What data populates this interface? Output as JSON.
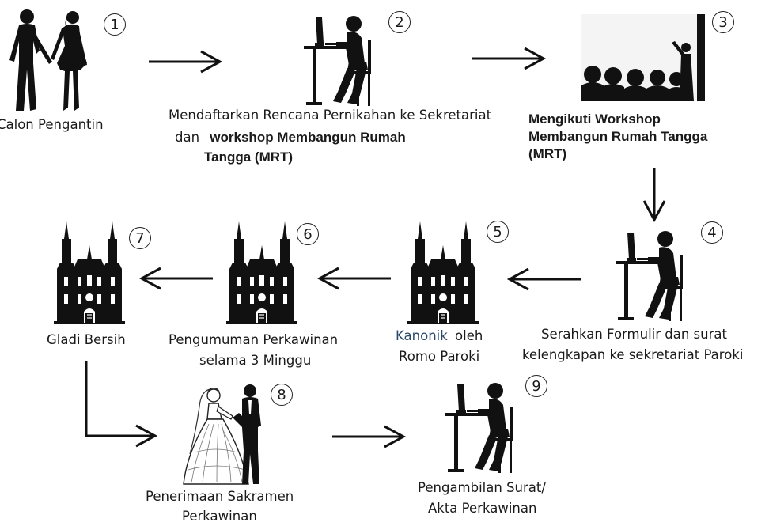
{
  "colors": {
    "silhouette": "#111111",
    "line": "#111111",
    "background": "#ffffff"
  },
  "steps": [
    {
      "num": "1",
      "icon": "couple-icon",
      "label": "Calon Pengantin"
    },
    {
      "num": "2",
      "icon": "computer-user-icon",
      "line1": "Mendaftarkan Rencana Pernikahan ke Sekretariat",
      "line2_prefix": "dan",
      "line2_bold": "workshop Membangun Rumah",
      "line3_bold": "Tangga (MRT)"
    },
    {
      "num": "3",
      "icon": "audience-presentation-icon",
      "line1": "Mengikuti Workshop",
      "line2": "Membangun Rumah Tangga",
      "line3": "(MRT)"
    },
    {
      "num": "4",
      "icon": "computer-user-icon",
      "line1": "Serahkan Formulir dan surat",
      "line2": "kelengkapan ke sekretariat Paroki"
    },
    {
      "num": "5",
      "icon": "church-icon",
      "line1_a": "Kanonik",
      "line1_b": "oleh",
      "line2": "Romo Paroki"
    },
    {
      "num": "6",
      "icon": "church-icon",
      "line1": "Pengumuman Perkawinan",
      "line2": "selama 3 Minggu"
    },
    {
      "num": "7",
      "icon": "church-icon",
      "line1": "Gladi Bersih"
    },
    {
      "num": "8",
      "icon": "bride-groom-icon",
      "line1": "Penerimaan Sakramen",
      "line2": "Perkawinan"
    },
    {
      "num": "9",
      "icon": "computer-user-icon",
      "line1": "Pengambilan Surat/",
      "line2": "Akta Perkawinan"
    }
  ]
}
